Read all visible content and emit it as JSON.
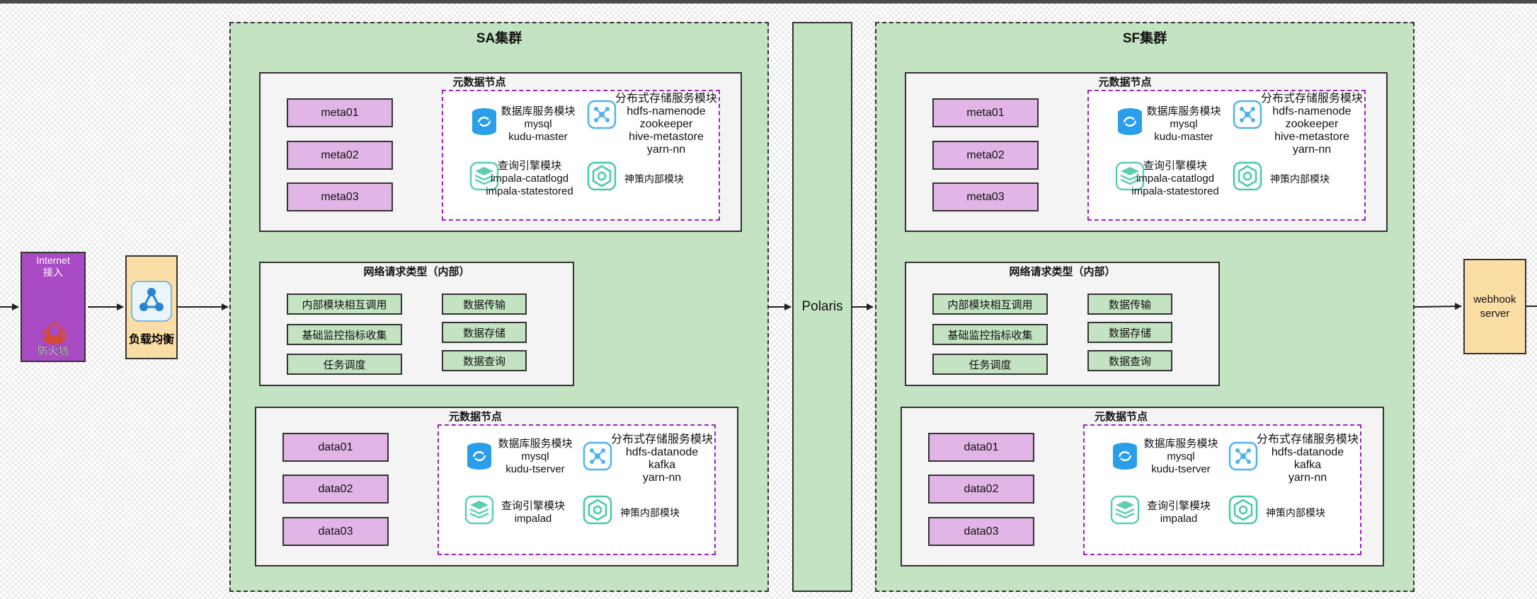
{
  "internet": {
    "title_line1": "Internet",
    "title_line2": "接入",
    "firewall": "防火墙"
  },
  "load_balancer": {
    "label": "负载均衡"
  },
  "polaris": {
    "label": "Polaris"
  },
  "webhook": {
    "line1": "webhook",
    "line2": "server"
  },
  "sa": {
    "title": "SA集群",
    "meta_panel": {
      "title": "元数据节点",
      "nodes": [
        "meta01",
        "meta02",
        "meta03"
      ],
      "modules": {
        "db": {
          "title": "数据库服务模块",
          "lines": [
            "mysql",
            "kudu-master"
          ]
        },
        "storage": {
          "title": "分布式存储服务模块",
          "lines": [
            "hdfs-namenode",
            "zookeeper",
            "hive-metastore",
            "yarn-nn"
          ]
        },
        "query": {
          "title": "查询引擎模块",
          "lines": [
            "impala-catatlogd",
            "impala-statestored"
          ]
        },
        "internal": {
          "title": "神策内部模块"
        }
      }
    },
    "net_panel": {
      "title": "网络请求类型（内部）",
      "left": [
        "内部模块相互调用",
        "基础监控指标收集",
        "任务调度"
      ],
      "right": [
        "数据传输",
        "数据存储",
        "数据查询"
      ]
    },
    "data_panel": {
      "title": "元数据节点",
      "nodes": [
        "data01",
        "data02",
        "data03"
      ],
      "modules": {
        "db": {
          "title": "数据库服务模块",
          "lines": [
            "mysql",
            "kudu-tserver"
          ]
        },
        "storage": {
          "title": "分布式存储服务模块",
          "lines": [
            "hdfs-datanode",
            "kafka",
            "yarn-nn"
          ]
        },
        "query": {
          "title": "查询引擎模块",
          "lines": [
            "impalad"
          ]
        },
        "internal": {
          "title": "神策内部模块"
        }
      }
    }
  },
  "sf": {
    "title": "SF集群",
    "meta_panel": {
      "title": "元数据节点",
      "nodes": [
        "meta01",
        "meta02",
        "meta03"
      ],
      "modules": {
        "db": {
          "title": "数据库服务模块",
          "lines": [
            "mysql",
            "kudu-master"
          ]
        },
        "storage": {
          "title": "分布式存储服务模块",
          "lines": [
            "hdfs-namenode",
            "zookeeper",
            "hive-metastore",
            "yarn-nn"
          ]
        },
        "query": {
          "title": "查询引擎模块",
          "lines": [
            "impala-catatlogd",
            "impala-statestored"
          ]
        },
        "internal": {
          "title": "神策内部模块"
        }
      }
    },
    "net_panel": {
      "title": "网络请求类型（内部）",
      "left": [
        "内部模块相互调用",
        "基础监控指标收集",
        "任务调度"
      ],
      "right": [
        "数据传输",
        "数据存储",
        "数据查询"
      ]
    },
    "data_panel": {
      "title": "元数据节点",
      "nodes": [
        "data01",
        "data02",
        "data03"
      ],
      "modules": {
        "db": {
          "title": "数据库服务模块",
          "lines": [
            "mysql",
            "kudu-tserver"
          ]
        },
        "storage": {
          "title": "分布式存储服务模块",
          "lines": [
            "hdfs-datanode",
            "kafka",
            "yarn-nn"
          ]
        },
        "query": {
          "title": "查询引擎模块",
          "lines": [
            "impalad"
          ]
        },
        "internal": {
          "title": "神策内部模块"
        }
      }
    }
  },
  "colors": {
    "cluster_fill": "#c4e3c2",
    "node_fill": "#e1b6e6",
    "module_border": "#a020c0",
    "arrow_green": "#3aa63a",
    "firewall": "#e04a1a",
    "internet_fill": "#a94bc4",
    "lb_fill": "#fbdda6",
    "db_icon": "#2a9ee8",
    "storage_icon": "#4fb3f0",
    "query_icon": "#5ccfb1",
    "internal_icon": "#48c9a5"
  },
  "icons": [
    "database-icon",
    "distributed-storage-icon",
    "query-engine-icon",
    "internal-module-icon",
    "firewall-icon",
    "load-balancer-icon"
  ]
}
